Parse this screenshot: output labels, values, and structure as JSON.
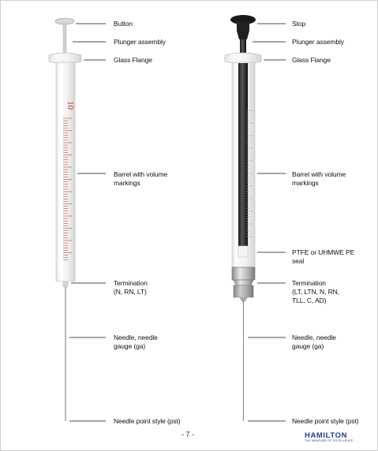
{
  "left_syringe": {
    "labels": [
      {
        "text": "Button"
      },
      {
        "text": "Plunger assembly"
      },
      {
        "text": "Glass Flange"
      },
      {
        "text": "Barrel with volume\nmarkings"
      },
      {
        "text": "Termination\n(N, RN, LT)"
      },
      {
        "text": "Needle, needle\ngauge (ga)"
      },
      {
        "text": "Needle point style (pst)"
      }
    ],
    "barrel_marking": "10"
  },
  "right_syringe": {
    "labels": [
      {
        "text": "Stop"
      },
      {
        "text": "Plunger assembly"
      },
      {
        "text": "Glass Flange"
      },
      {
        "text": "Barrel with volume\nmarkings"
      },
      {
        "text": "PTFE or UHMWE PE\nseal"
      },
      {
        "text": "Termination\n(LT, LTN, N, RN,\nTLL, C, AD)"
      },
      {
        "text": "Needle, needle\ngauge (ga)"
      },
      {
        "text": "Needle point style (pst)"
      }
    ]
  },
  "footer": {
    "page_number": "- 7 -",
    "brand": "HAMILTON",
    "tagline": "THE MEASURE OF EXCELLENCE"
  },
  "colors": {
    "scale_red": "#b5371f",
    "leader_line": "#111111",
    "brand_blue": "#1f3f8a"
  }
}
